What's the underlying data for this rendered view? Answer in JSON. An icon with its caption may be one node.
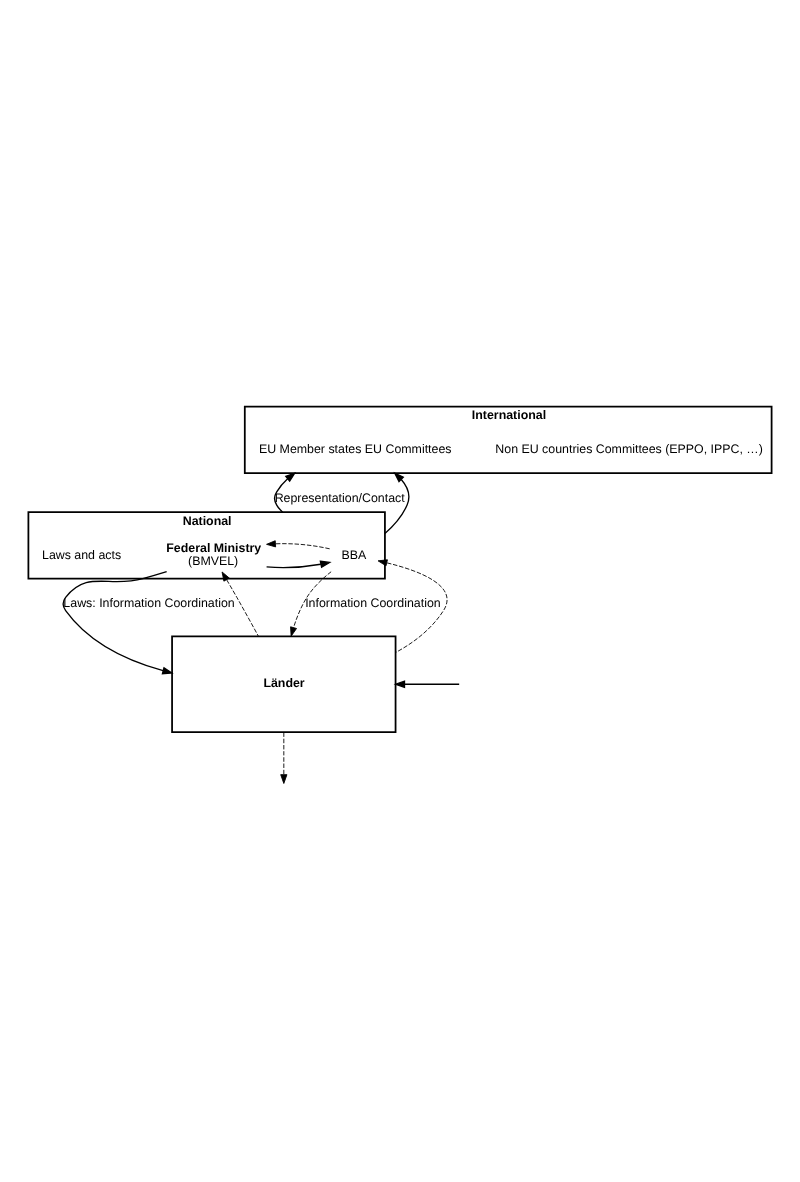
{
  "diagram": {
    "nodes": [
      {
        "text": [
          "International"
        ]
      },
      {
        "text": [
          "Non EU countries Committees (EPPO, IPPC, …)"
        ],
        "in": 0
      },
      {
        "text": [
          "EU Member states EU Committees"
        ],
        "in": 0
      },
      {
        "text": [
          "National"
        ]
      },
      {
        "text": [
          "Federal Ministry",
          "(BMVEL)"
        ],
        "in": 3
      },
      {
        "text": [
          "BBA"
        ],
        "in": 3
      },
      {
        "text": [
          "Länder"
        ]
      }
    ],
    "edges": [
      {
        "from": 3,
        "to": 0,
        "arrow": "to",
        "label": "Representation/Contact"
      },
      {
        "from": 3,
        "to": 0,
        "arrow": "to"
      },
      {
        "from": 4,
        "to": 5,
        "arrow": "to"
      },
      {
        "from": 5,
        "to": 4,
        "arrow": "to",
        "style": "dashed"
      },
      {
        "from": 4,
        "to": 6,
        "arrow": "to",
        "label": "Laws: Information Coordination"
      },
      {
        "from": 6,
        "to": 4,
        "arrow": "to",
        "style": "dashed"
      },
      {
        "from": 5,
        "to": 6,
        "arrow": "to",
        "style": "dashed",
        "label": "Information Coordination"
      },
      {
        "from": 6,
        "to": 5,
        "arrow": "to",
        "style": "dashed"
      },
      {
        "from": null,
        "to": 6,
        "arrow": "to"
      },
      {
        "from": 6,
        "to": null,
        "arrow": "to",
        "style": "dashed"
      }
    ],
    "labels": [
      "Laws and acts"
    ]
  }
}
